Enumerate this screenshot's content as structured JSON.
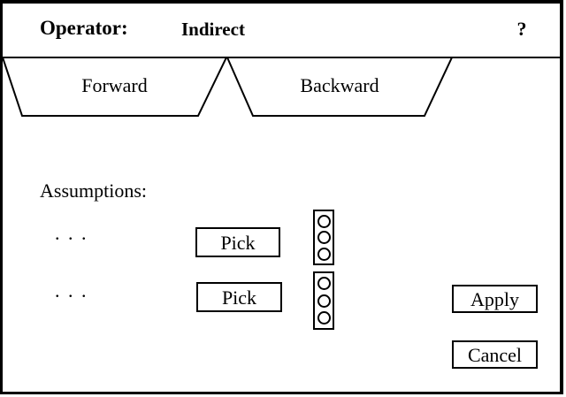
{
  "window": {
    "header": {
      "operator_label": "Operator:",
      "operator_value": "Indirect",
      "help_label": "?"
    },
    "tabs": [
      {
        "label": "Forward"
      },
      {
        "label": "Backward"
      }
    ],
    "body": {
      "assumptions_label": "Assumptions:",
      "rows": [
        {
          "dots": ". . .",
          "pick_label": "Pick"
        },
        {
          "dots": ". . .",
          "pick_label": "Pick"
        }
      ],
      "apply_label": "Apply",
      "cancel_label": "Cancel"
    },
    "colors": {
      "ink": "#000000",
      "background": "#ffffff"
    }
  }
}
